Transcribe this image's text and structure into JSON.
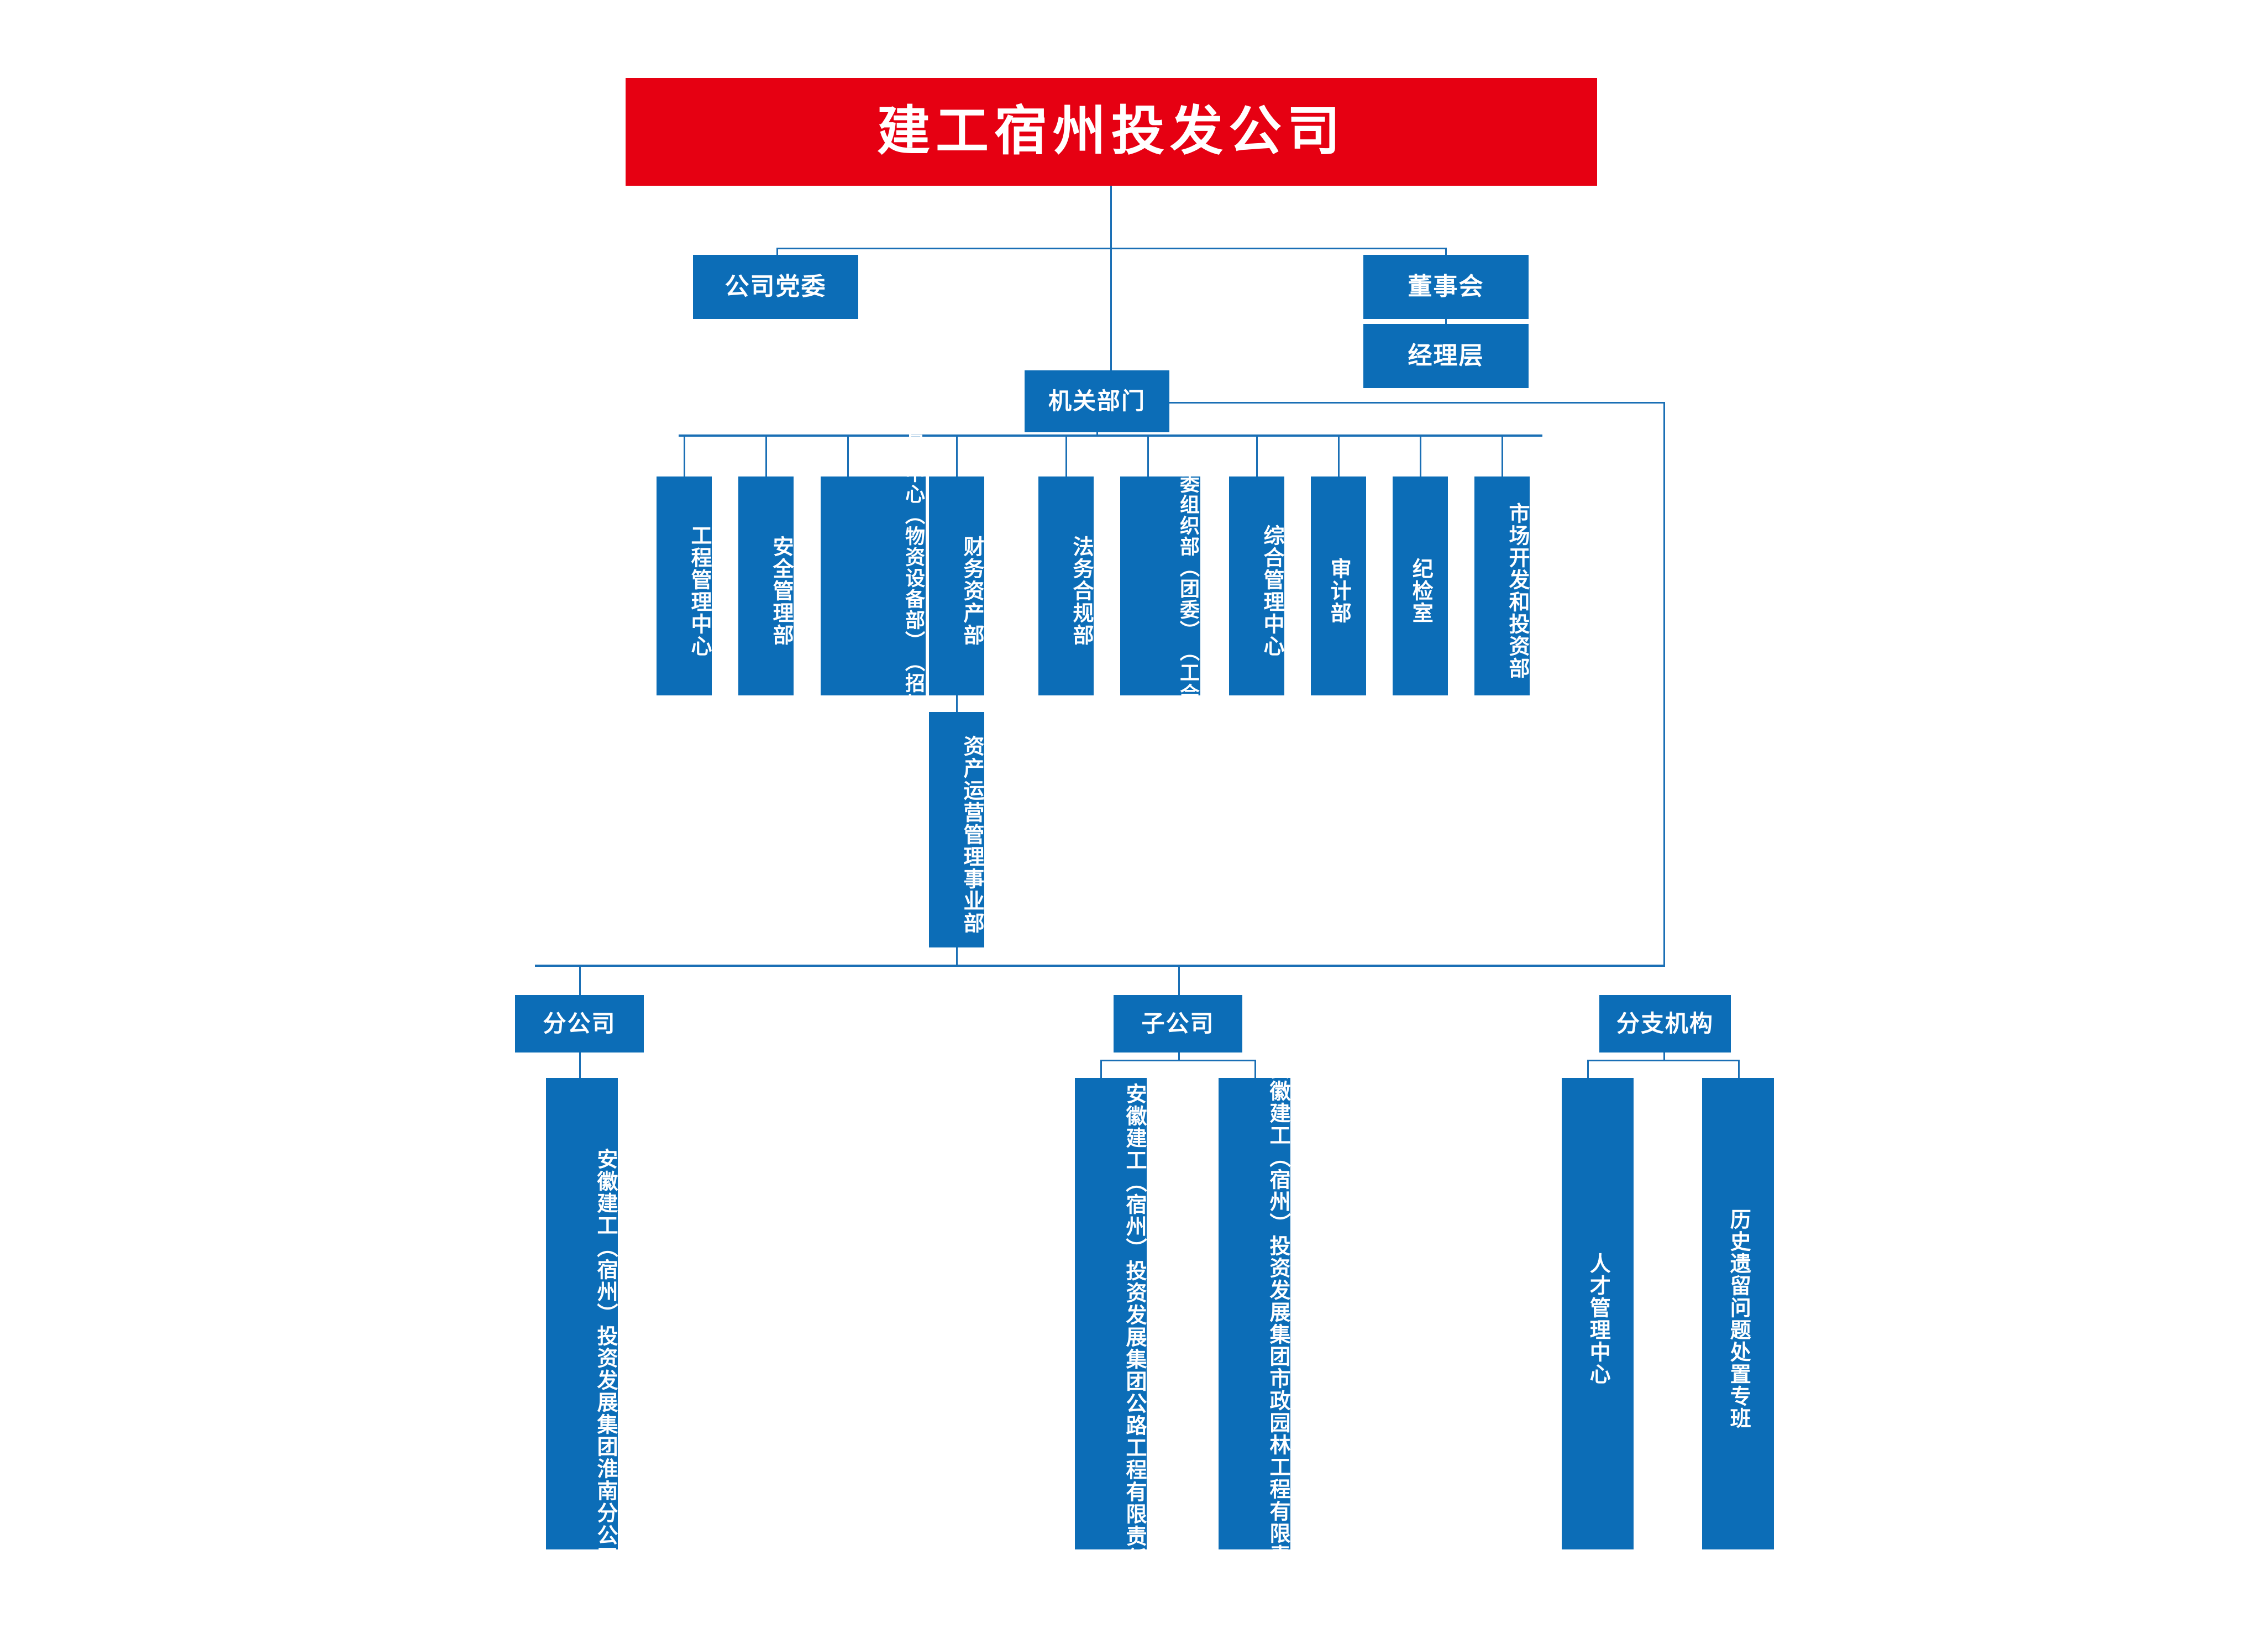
{
  "colors": {
    "brand_red": "#E60012",
    "brand_blue": "#0C6DB7",
    "connector_blue": "#1A6FB5",
    "text_white": "#FFFFFF",
    "background": "#FFFFFF"
  },
  "title": {
    "label": "建工宿州投发公司"
  },
  "governance": {
    "party_committee": "公司党委",
    "board_of_directors": "董事会",
    "management_layer": "经理层"
  },
  "departments_group": {
    "label": "机关部门",
    "items": [
      {
        "id": "engineering-management-center",
        "lines": [
          "工程管理中心"
        ]
      },
      {
        "id": "safety-management-dept",
        "lines": [
          "安全管理部"
        ]
      },
      {
        "id": "cost-management-center",
        "lines": [
          "成本管理中心",
          "（物资设备部）",
          "（招标管理部）"
        ]
      },
      {
        "id": "finance-assets-dept",
        "lines": [
          "财务资产部"
        ]
      },
      {
        "id": "legal-compliance-dept",
        "lines": [
          "法务合规部"
        ]
      },
      {
        "id": "party-organization-dept",
        "lines": [
          "党委组织部",
          "（团委）",
          "（工会）"
        ]
      },
      {
        "id": "general-management-center",
        "lines": [
          "综合管理中心"
        ]
      },
      {
        "id": "audit-dept",
        "lines": [
          "审计部"
        ]
      },
      {
        "id": "discipline-inspection-office",
        "lines": [
          "纪检室"
        ]
      },
      {
        "id": "market-development-investment-dept",
        "lines": [
          "市场开发和投资部"
        ]
      }
    ],
    "sub_unit": {
      "id": "asset-operation-management-division",
      "lines": [
        "资产运营管理事业部"
      ]
    }
  },
  "bottom_groups": [
    {
      "id": "branch-company-group",
      "label": "分公司",
      "children": [
        {
          "id": "huainan-branch",
          "lines": [
            "安徽建工（宿州）投资发展集团",
            "淮南分公司"
          ]
        }
      ]
    },
    {
      "id": "subsidiary-company-group",
      "label": "子公司",
      "children": [
        {
          "id": "highway-engineering-co",
          "lines": [
            "安徽建工（宿州）投资发展集团",
            "公路工程有限责任公司"
          ]
        },
        {
          "id": "municipal-landscape-engineering-co",
          "lines": [
            "安徽建工（宿州）投资发展集团",
            "市政园林工程有限责任公司"
          ]
        }
      ]
    },
    {
      "id": "branch-institution-group",
      "label": "分支机构",
      "children": [
        {
          "id": "talent-management-center",
          "lines": [
            "人才管理中心"
          ]
        },
        {
          "id": "historical-issues-task-force",
          "lines": [
            "历史遗留问题处置专班"
          ]
        }
      ]
    }
  ]
}
